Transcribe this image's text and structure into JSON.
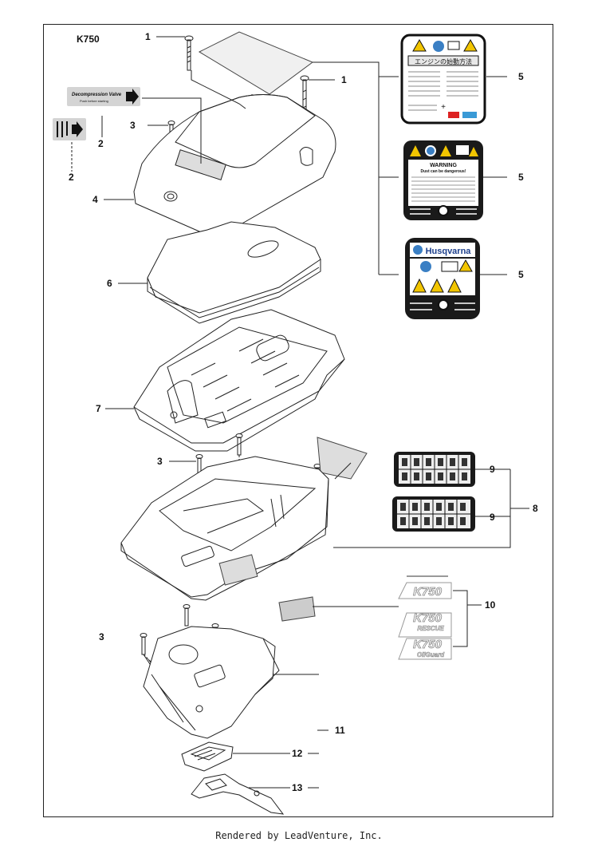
{
  "model": "K750",
  "footer": "Rendered by LeadVenture, Inc.",
  "callouts": {
    "c1a": "1",
    "c1b": "1",
    "c2a": "2",
    "c2b": "2",
    "c3a": "3",
    "c3b": "3",
    "c3c": "3",
    "c4": "4",
    "c5a": "5",
    "c5b": "5",
    "c5c": "5",
    "c6": "6",
    "c7": "7",
    "c8": "8",
    "c9a": "9",
    "c9b": "9",
    "c10": "10",
    "c11": "11",
    "c12": "12",
    "c13": "13"
  },
  "decals": {
    "decomp_title": "Decompression Valve",
    "decomp_sub": "Push before starting",
    "jp_title": "エンジンの始動方法",
    "warning_title": "WARNING",
    "warning_sub": "Dust can be dangerous!",
    "brand": "Husqvarna",
    "model_variants": [
      "K750",
      "K750",
      "RESCUE",
      "K750",
      "OilGuard"
    ]
  },
  "colors": {
    "line": "#222222",
    "decal_dark": "#1a1a1a",
    "gray_fill": "#c8c8c8",
    "blue_icon": "#3a7fc4",
    "yellow": "#f2c500"
  }
}
